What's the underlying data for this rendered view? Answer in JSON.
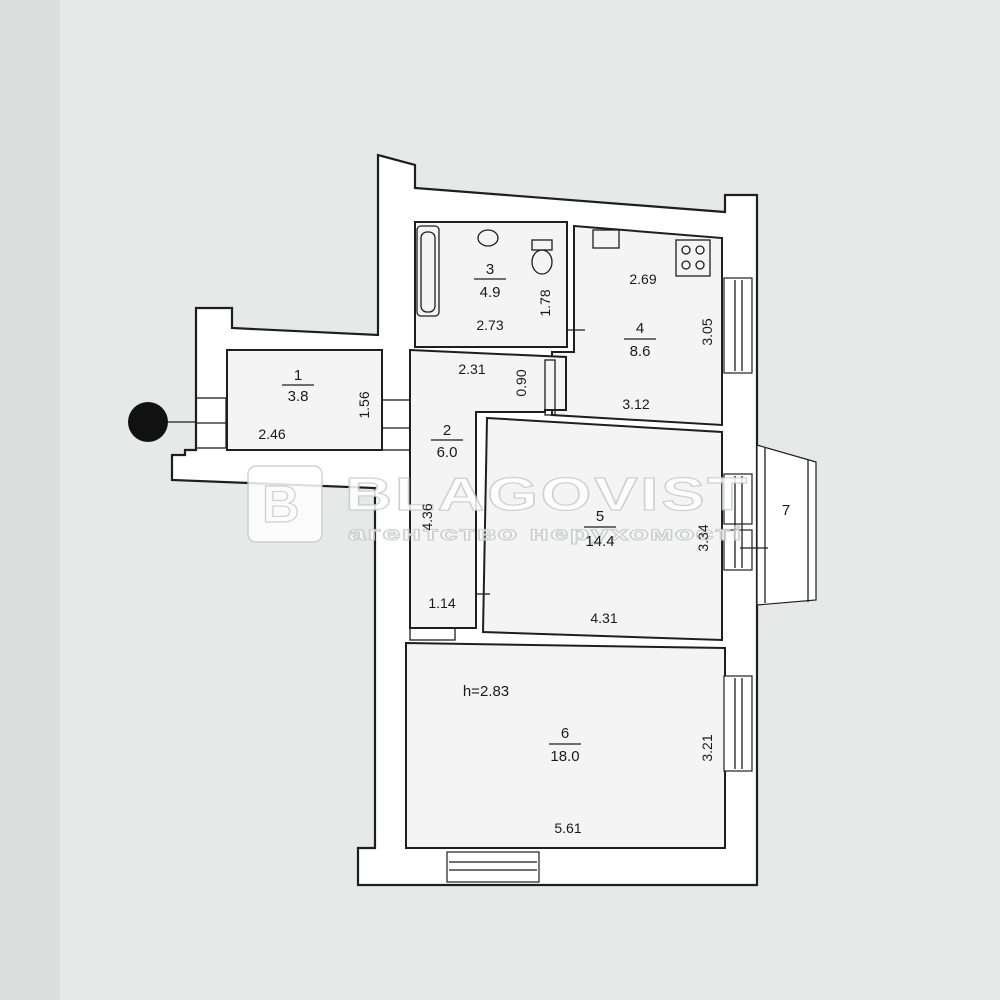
{
  "rooms": [
    {
      "number": "1",
      "area": "3.8",
      "width": "2.46",
      "depth": "1.56"
    },
    {
      "number": "2",
      "area": "6.0",
      "width": "2.31",
      "depth": "4.36",
      "extra_width": "1.14",
      "extra_depth": "0.90"
    },
    {
      "number": "3",
      "area": "4.9",
      "width": "2.73",
      "depth": "1.78"
    },
    {
      "number": "4",
      "area": "8.6",
      "width": "2.69",
      "depth": "3.05",
      "bottom_width": "3.12"
    },
    {
      "number": "5",
      "area": "14.4",
      "width": "4.31",
      "depth": "3.34"
    },
    {
      "number": "6",
      "area": "18.0",
      "width": "5.61",
      "depth": "3.21"
    },
    {
      "number": "7"
    }
  ],
  "ceiling_height": "h=2.83",
  "watermark": {
    "brand": "BLAGOVIST",
    "tagline": "агентство нерухомості"
  }
}
